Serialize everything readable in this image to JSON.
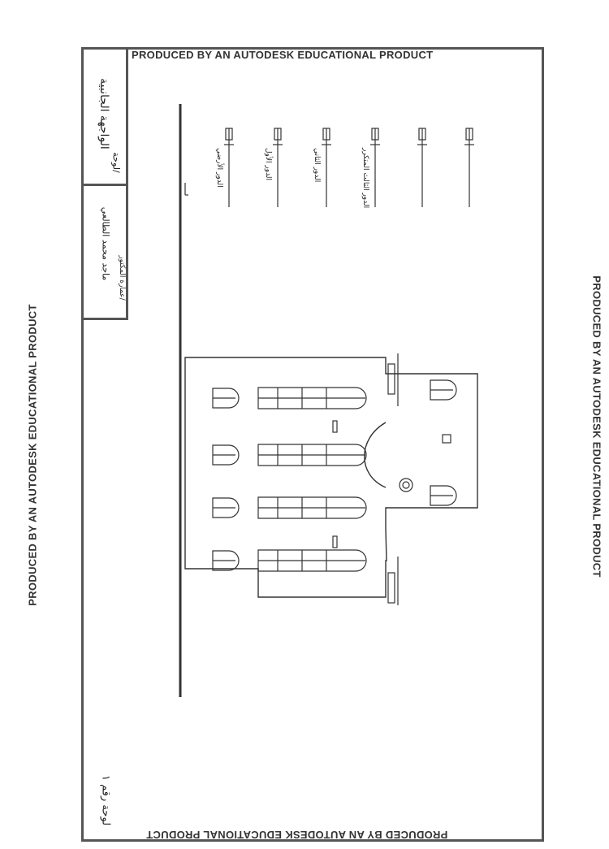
{
  "watermark": "PRODUCED BY AN AUTODESK EDUCATIONAL PRODUCT",
  "title_block": {
    "drawing_title": "الواجهة الجانبية",
    "sheet_label": "لوحة/",
    "designer_label": "عمارة المكتور/",
    "designer_name": "ماجد محمد الطالعي"
  },
  "page_number": "لوحة رقم ١",
  "levels": [
    {
      "label": "الدور الأرضي"
    },
    {
      "label": "الدور الأول"
    },
    {
      "label": "الدور الثاني"
    },
    {
      "label": "الدور الثالث المتكرر"
    },
    {
      "label": ""
    },
    {
      "label": ""
    }
  ]
}
